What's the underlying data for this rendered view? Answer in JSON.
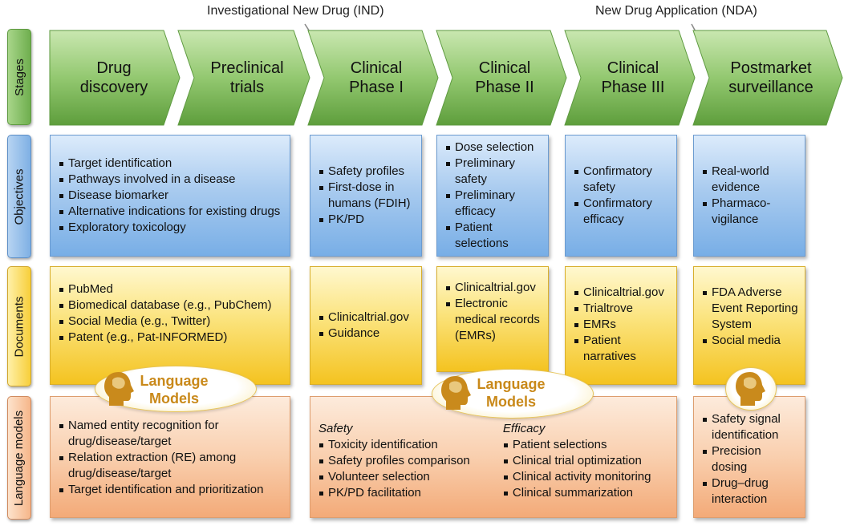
{
  "milestones": {
    "ind": "Investigational New Drug (IND)",
    "nda": "New Drug Application (NDA)"
  },
  "row_labels": {
    "stages": "Stages",
    "objectives": "Objectives",
    "documents": "Documents",
    "language_models": "Language models"
  },
  "stages": [
    "Drug\ndiscovery",
    "Preclinical\ntrials",
    "Clinical\nPhase I",
    "Clinical\nPhase II",
    "Clinical\nPhase III",
    "Postmarket\nsurveillance"
  ],
  "objectives": {
    "discovery": [
      "Target identification",
      "Pathways involved in a disease",
      "Disease biomarker",
      "Alternative indications for existing drugs",
      "Exploratory toxicology"
    ],
    "phase1": [
      "Safety profiles",
      "First-dose in humans (FDIH)",
      "PK/PD"
    ],
    "phase2": [
      "Dose selection",
      "Preliminary safety",
      "Preliminary efficacy",
      "Patient selections"
    ],
    "phase3": [
      "Confirmatory safety",
      "Confirmatory efficacy"
    ],
    "postmarket": [
      "Real-world evidence",
      "Pharmaco-vigilance"
    ]
  },
  "documents": {
    "discovery": [
      "PubMed",
      "Biomedical database (e.g., PubChem)",
      "Social Media (e.g., Twitter)",
      "Patent (e.g., Pat-INFORMED)"
    ],
    "phase1": [
      "Clinicaltrial.gov",
      "Guidance"
    ],
    "phase2": [
      "Clinicaltrial.gov",
      "Electronic medical records (EMRs)"
    ],
    "phase3": [
      "Clinicaltrial.gov",
      "Trialtrove",
      "EMRs",
      "Patient narratives"
    ],
    "postmarket": [
      "FDA Adverse Event Reporting System",
      "Social media"
    ]
  },
  "lm_badge": {
    "line1": "Language",
    "line2": "Models"
  },
  "language_models": {
    "discovery": [
      "Named entity recognition for drug/disease/target",
      "Relation extraction (RE) among drug/disease/target",
      "Target identification and prioritization"
    ],
    "clinical": {
      "safety_title": "Safety",
      "safety": [
        "Toxicity identification",
        "Safety profiles comparison",
        "Volunteer selection",
        "PK/PD facilitation"
      ],
      "efficacy_title": "Efficacy",
      "efficacy": [
        "Patient selections",
        "Clinical trial optimization",
        "Clinical activity monitoring",
        "Clinical summarization"
      ]
    },
    "postmarket": [
      "Safety signal identification",
      "Precision dosing",
      "Drug–drug interaction"
    ]
  },
  "colors": {
    "stage_green": "#7dbb5a",
    "objective_blue": "#8fbbea",
    "document_yellow": "#f8d44a",
    "lm_orange": "#f6bf98",
    "lm_text": "#c9891a"
  }
}
